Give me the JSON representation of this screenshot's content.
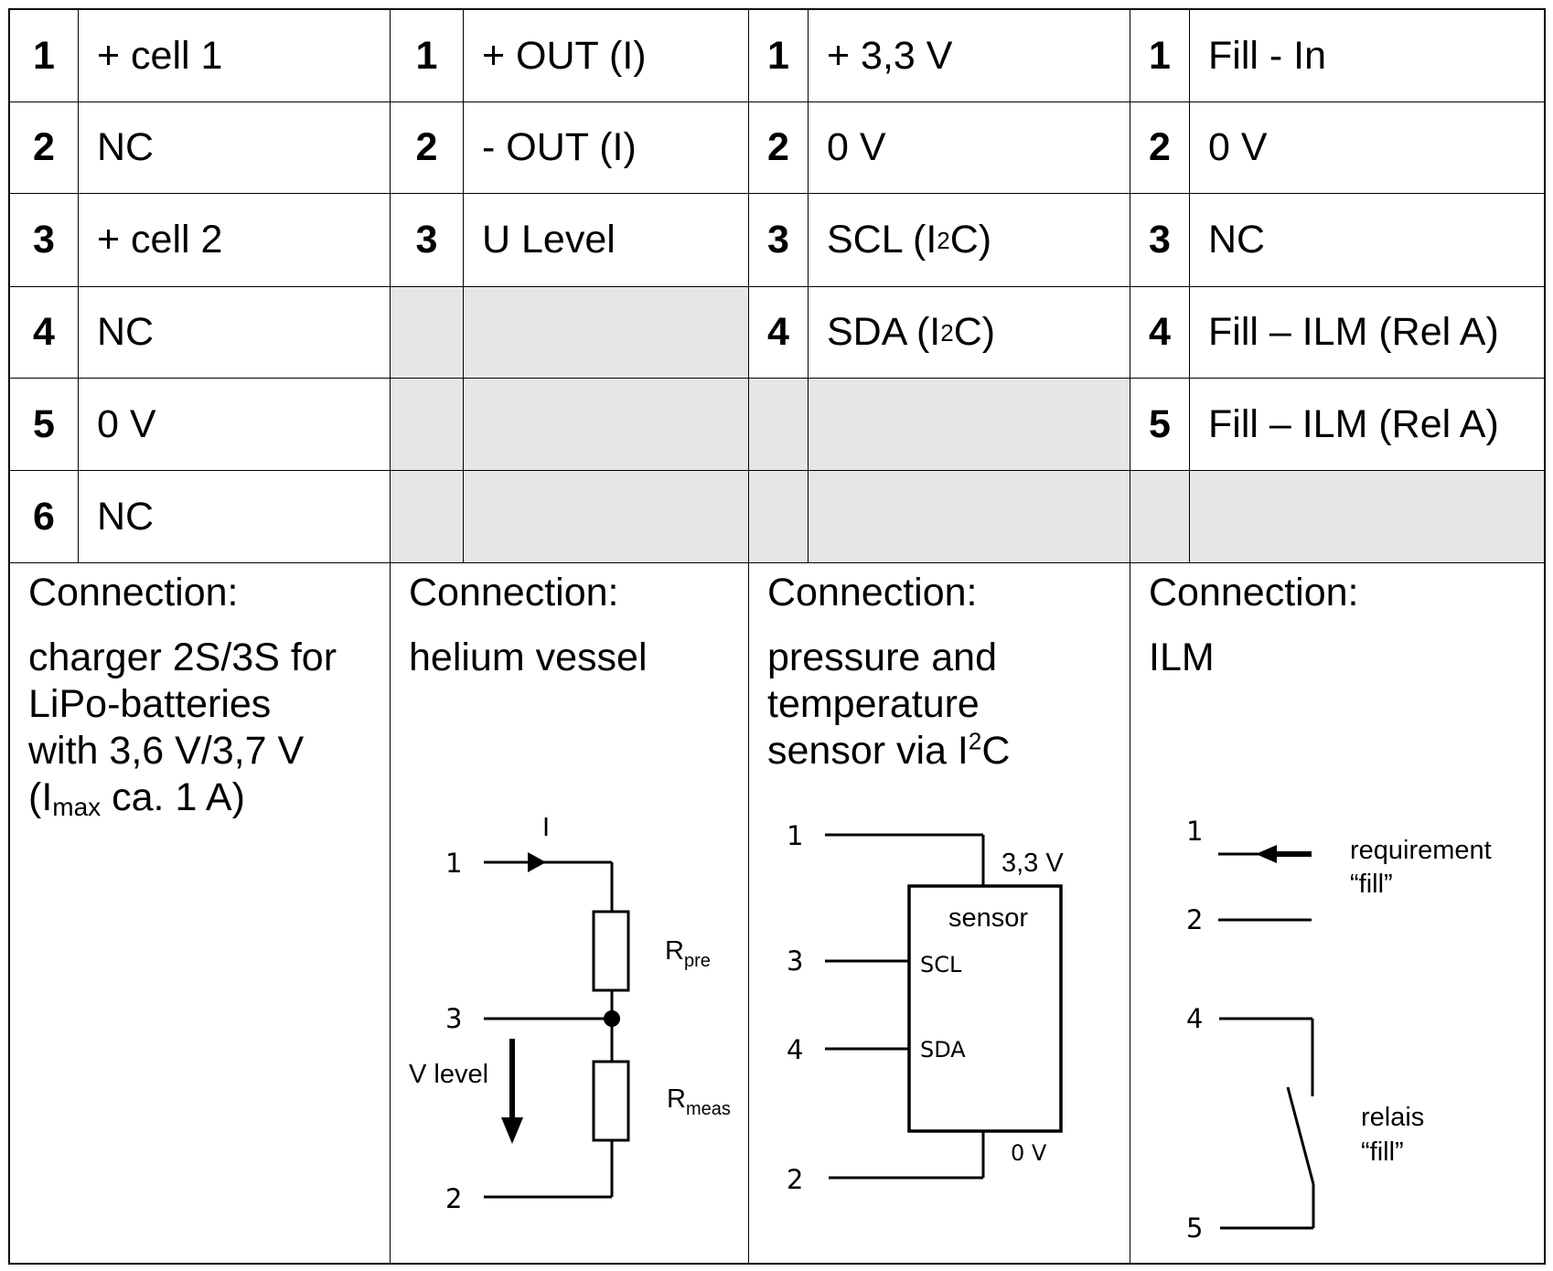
{
  "connectors": [
    {
      "id": "battery",
      "pins": [
        {
          "num": "1",
          "label": "+ cell 1"
        },
        {
          "num": "2",
          "label": "NC"
        },
        {
          "num": "3",
          "label": "+ cell 2"
        },
        {
          "num": "4",
          "label": "NC"
        },
        {
          "num": "5",
          "label": "0 V"
        },
        {
          "num": "6",
          "label": "NC"
        }
      ],
      "connection_heading": "Connection:",
      "connection_lines": [
        "charger 2S/3S for",
        "LiPo-batteries",
        "with 3,6 V/3,7 V"
      ],
      "connection_last": {
        "open": "(I",
        "sub": "max",
        "rest": " ca. 1 A)"
      }
    },
    {
      "id": "helium",
      "pins": [
        {
          "num": "1",
          "label": "+ OUT (I)"
        },
        {
          "num": "2",
          "label": "- OUT (I)"
        },
        {
          "num": "3",
          "label": "U Level"
        }
      ],
      "connection_heading": "Connection:",
      "connection_lines": [
        "helium vessel"
      ],
      "diagram": {
        "current_label": "I",
        "pin1": "1",
        "pin3": "3",
        "pin2": "2",
        "r_pre": {
          "main": "R",
          "sub": "pre"
        },
        "r_meas": {
          "main": "R",
          "sub": "meas"
        },
        "v_level": "V level"
      }
    },
    {
      "id": "sensor",
      "pins": [
        {
          "num": "1",
          "label": "+ 3,3 V"
        },
        {
          "num": "2",
          "label": "0 V"
        },
        {
          "num": "3",
          "label_main": "SCL (I",
          "label_sup": "2",
          "label_end": "C)"
        },
        {
          "num": "4",
          "label_main": "SDA (I",
          "label_sup": "2",
          "label_end": "C)"
        }
      ],
      "connection_heading": "Connection:",
      "connection_lines": [
        "pressure and",
        "temperature"
      ],
      "connection_last": {
        "open": "sensor via I",
        "sup": "2",
        "rest": "C"
      },
      "diagram": {
        "pin1": "1",
        "pin3": "3",
        "pin4": "4",
        "pin2": "2",
        "supply": "3,3 V",
        "ground": "0 V",
        "block": "sensor",
        "scl": "SCL",
        "sda": "SDA"
      }
    },
    {
      "id": "ilm",
      "pins": [
        {
          "num": "1",
          "label": "Fill - In"
        },
        {
          "num": "2",
          "label": "0 V"
        },
        {
          "num": "3",
          "label": "NC"
        },
        {
          "num": "4",
          "label": "Fill – ILM (Rel A)"
        },
        {
          "num": "5",
          "label": "Fill – ILM (Rel A)"
        }
      ],
      "connection_heading": "Connection:",
      "connection_lines": [
        "ILM"
      ],
      "diagram": {
        "pin1": "1",
        "pin2": "2",
        "pin4": "4",
        "pin5": "5",
        "req_line1": "requirement",
        "req_line2": "“fill”",
        "relay_line1": "relais",
        "relay_line2": "“fill”"
      }
    }
  ]
}
